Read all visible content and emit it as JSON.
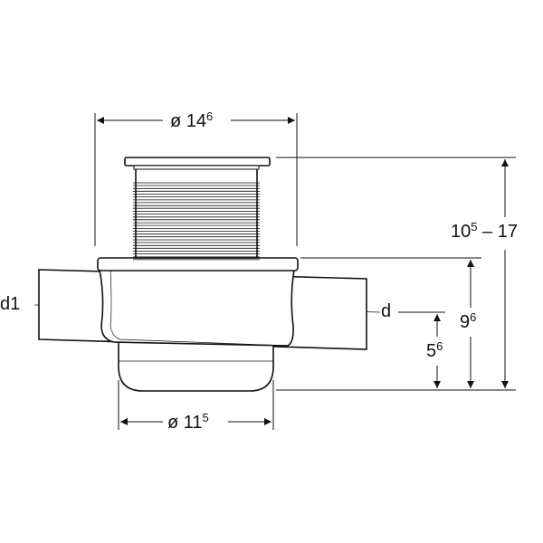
{
  "dimensions": {
    "top_width": {
      "prefix": "ø 14",
      "sup": "6"
    },
    "total_height": {
      "base": "10",
      "sup": "5",
      "suffix": " – 17"
    },
    "flange_height": {
      "base": "9",
      "sup": "6"
    },
    "outlet_height": {
      "base": "5",
      "sup": "6"
    },
    "bottom_width": {
      "prefix": "ø 11",
      "sup": "5"
    }
  },
  "labels": {
    "inlet": "d1",
    "outlet": "d"
  },
  "colors": {
    "line": "#111111",
    "background": "#ffffff"
  }
}
